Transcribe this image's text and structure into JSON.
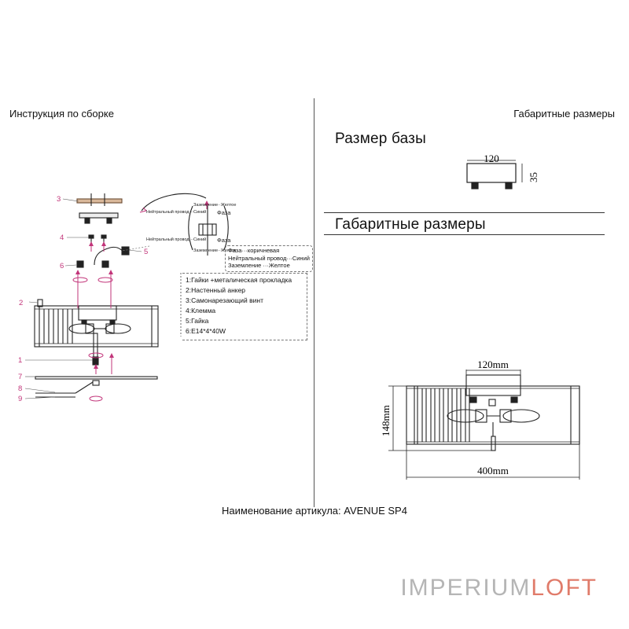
{
  "headings": {
    "assembly": "Инструкция по сборке",
    "dimensions_top": "Габаритные размеры",
    "base_size": "Размер базы",
    "dimensions": "Габаритные размеры"
  },
  "base": {
    "width": "120",
    "height": "35"
  },
  "overall": {
    "base_width": "120mm",
    "height": "148mm",
    "width": "400mm"
  },
  "callouts": [
    "1",
    "2",
    "3",
    "4",
    "5",
    "6",
    "7",
    "8",
    "9"
  ],
  "legend": [
    "1:Гайки +металическая прокладка",
    "2:Настенный анкер",
    "3:Самонарезающий винт",
    "4:Клемма",
    "5:Гайка",
    "6:E14*4*40W"
  ],
  "wiring": {
    "neutral_label": "Нейтральный провод···Синий",
    "phase_label": "Фаза",
    "ground_label": "Заземление··Желтое",
    "items": [
      "Фаза···коричневая",
      "Нейтральный провод···Синий",
      "Заземление ···Желтое"
    ]
  },
  "article": "Наименование артикула: AVENUE SP4",
  "brand": {
    "part1": "IMPERIUM",
    "part2": "LOFT"
  },
  "colors": {
    "callout": "#c2357a",
    "arrow": "#c2357a",
    "line": "#222222",
    "brand_accent": "#e07b6a"
  }
}
